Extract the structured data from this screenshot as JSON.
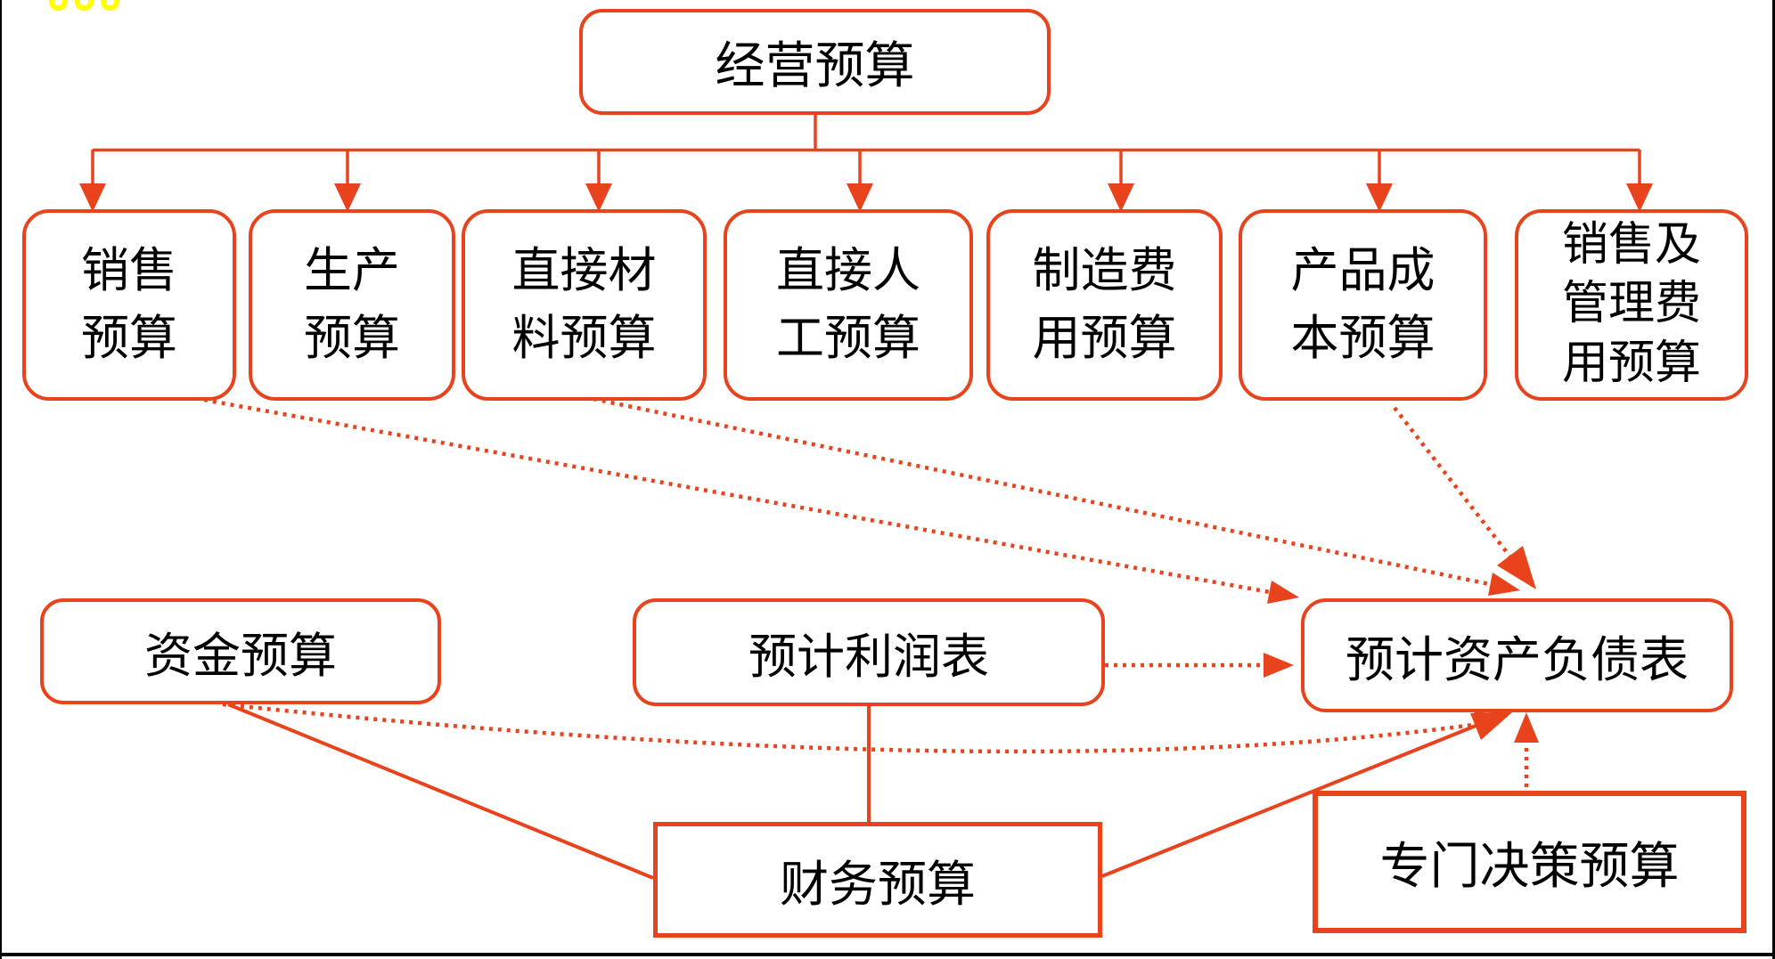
{
  "meta": {
    "accent_color": "#E8431C",
    "text_color": "#000000",
    "highlight_color": "#FFFF00",
    "top_left_marks": {
      "count": 3,
      "shape": "U",
      "color": "#FFFF00"
    }
  },
  "nodes": {
    "operating_budget": {
      "label": "经营预算"
    },
    "sales_budget": {
      "label": "销售\n预算"
    },
    "production_budget": {
      "label": "生产\n预算"
    },
    "direct_materials_budget": {
      "label": "直接材\n料预算"
    },
    "direct_labor_budget": {
      "label": "直接人\n工预算"
    },
    "manufacturing_overhead_budget": {
      "label": "制造费\n用预算"
    },
    "product_cost_budget": {
      "label": "产品成\n本预算"
    },
    "selling_admin_expense_budget": {
      "label": "销售及\n管理费\n用预算"
    },
    "cash_budget": {
      "label": "资金预算"
    },
    "budgeted_income_statement": {
      "label": "预计利润表"
    },
    "budgeted_balance_sheet": {
      "label": "预计资产负债表"
    },
    "financial_budget": {
      "label": "财务预算"
    },
    "special_decision_budget": {
      "label": "专门决策预算"
    }
  }
}
